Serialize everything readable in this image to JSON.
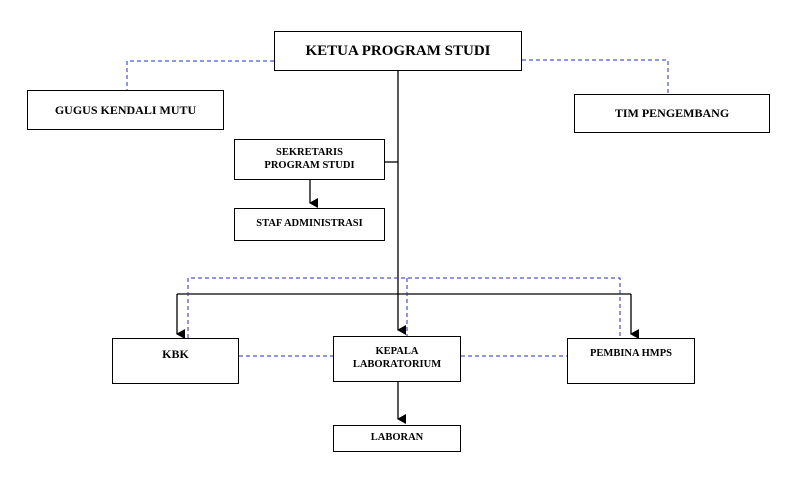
{
  "org_chart": {
    "ketua": "KETUA PROGRAM STUDI",
    "gugus": "GUGUS KENDALI MUTU",
    "tim": "TIM PENGEMBANG",
    "sekretaris": "SEKRETARIS\nPROGRAM STUDI",
    "staf": "STAF ADMINISTRASI",
    "kbk": "KBK",
    "kepala_lab": "KEPALA\nLABORATORIUM",
    "pembina": "PEMBINA HMPS",
    "laboran": "LABORAN"
  },
  "colors": {
    "solid_line": "#000000",
    "dashed_line": "#1f2fbf"
  }
}
